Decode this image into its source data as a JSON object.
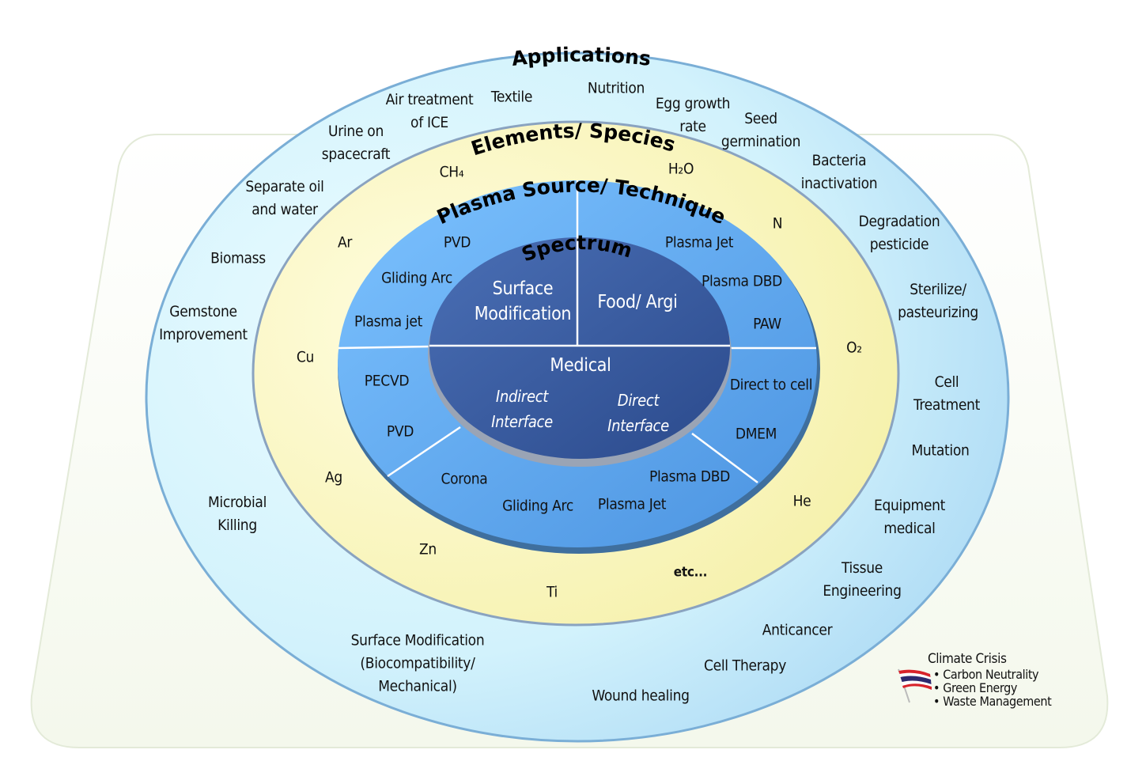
{
  "titles": {
    "applications": "Applications",
    "elements": "Elements/ Species",
    "plasma": "Plasma Source/ Technique",
    "spectrum": "Spectrum"
  },
  "spectrum": {
    "surface": "Surface\nModification",
    "food": "Food/ Argi",
    "medical": "Medical",
    "indirect": "Indirect\nInterface",
    "direct": "Direct\nInterface"
  },
  "plasma_sources": [
    "PVD",
    "Gliding Arc",
    "Plasma jet",
    "Plasma Jet",
    "Plasma DBD",
    "PAW",
    "PECVD",
    "PVD",
    "Direct to cell",
    "DMEM",
    "Corona",
    "Gliding Arc",
    "Plasma Jet",
    "Plasma DBD"
  ],
  "elements": [
    "CH₄",
    "H₂O",
    "N",
    "Ar",
    "O₂",
    "Cu",
    "Ag",
    "He",
    "Zn",
    "Ti",
    "etc..."
  ],
  "applications": [
    "Air treatment\nof ICE",
    "Textile",
    "Nutrition",
    "Egg growth\nrate",
    "Seed\ngermination",
    "Urine on\nspacecraft",
    "Bacteria\ninactivation",
    "Separate oil\nand water",
    "Degradation\npesticide",
    "Biomass",
    "Sterilize/\npasteurizing",
    "Gemstone\nImprovement",
    "Cell\nTreatment",
    "Mutation",
    "Microbial\nKilling",
    "Equipment\nmedical",
    "Tissue\nEngineering",
    "Anticancer",
    "Surface Modification\n(Biocompatibility/\nMechanical)",
    "Cell Therapy",
    "Wound healing"
  ],
  "legend": {
    "title": "Climate Crisis",
    "items": [
      "Carbon Neutrality",
      "Green Energy",
      "Waste Management"
    ],
    "icon": "thai-flag-icon"
  },
  "colors": {
    "applications_ring": "#c9ecfb",
    "elements_ring": "#fbf8c4",
    "plasma_ring": "#5faaf0",
    "spectrum_core": "#34569a"
  }
}
